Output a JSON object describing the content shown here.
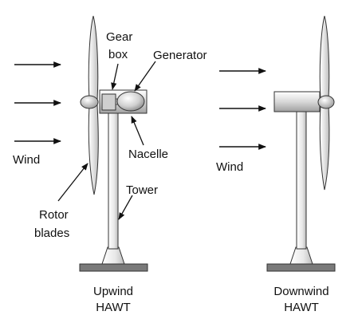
{
  "labels": {
    "gear": "Gear",
    "box": "box",
    "generator": "Generator",
    "wind_left": "Wind",
    "nacelle": "Nacelle",
    "tower": "Tower",
    "rotor": "Rotor",
    "blades": "blades",
    "wind_right": "Wind"
  },
  "captions": {
    "upwind_line1": "Upwind",
    "upwind_line2": "HAWT",
    "downwind_line1": "Downwind",
    "downwind_line2": "HAWT"
  },
  "colors": {
    "ink": "#111111",
    "blade_fill": "#e6e6e6",
    "metal_light": "#f2f2f2",
    "metal_dark": "#8a8a8a"
  }
}
